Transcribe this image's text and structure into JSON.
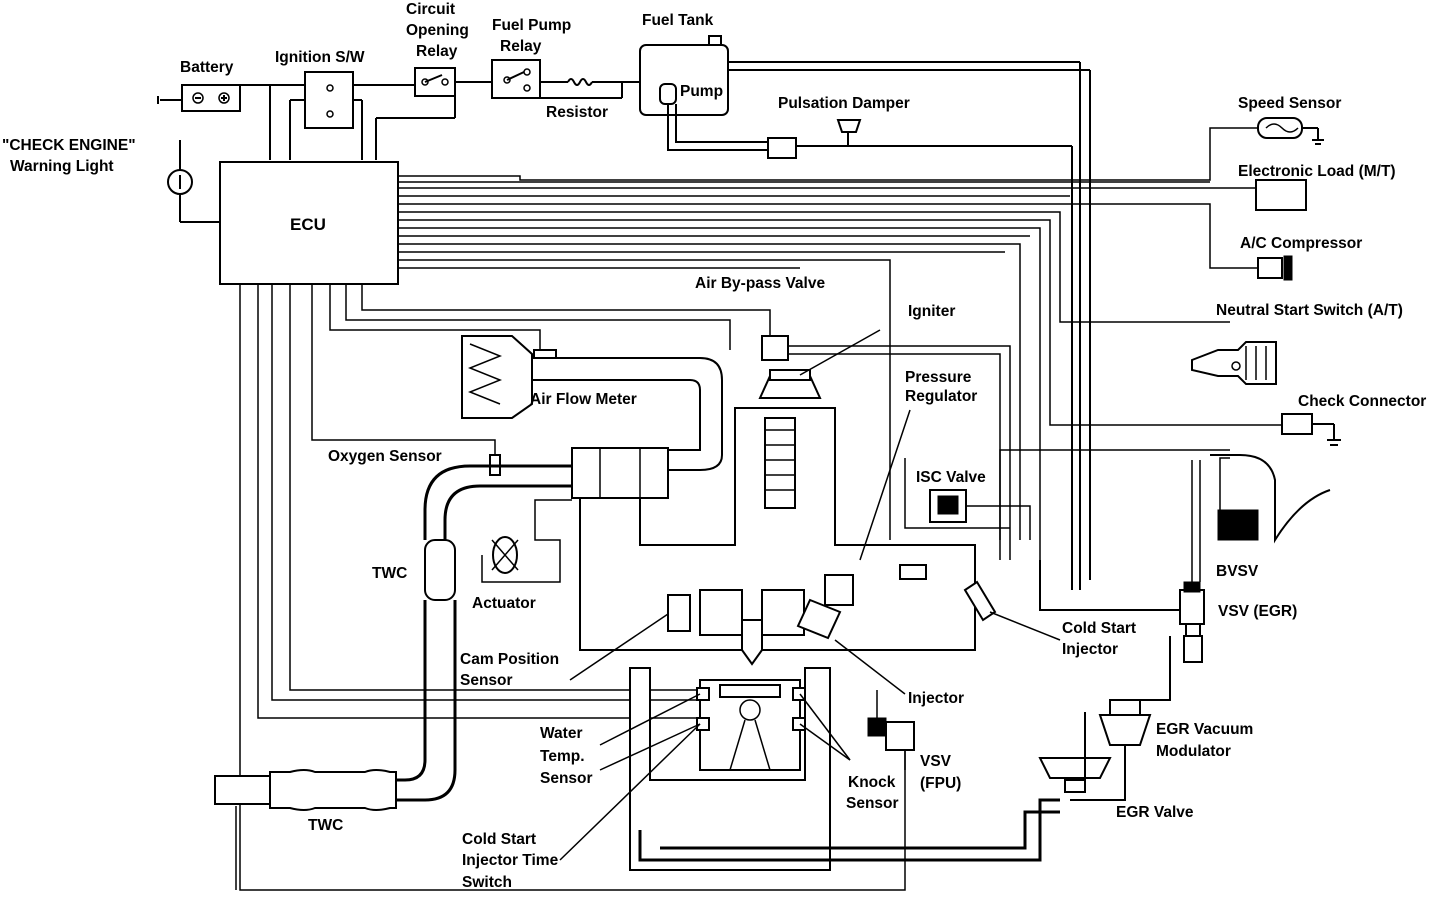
{
  "labels": {
    "battery": "Battery",
    "ignition_sw": "Ignition S/W",
    "circuit_opening_relay_1": "Circuit",
    "circuit_opening_relay_2": "Opening",
    "circuit_opening_relay_3": "Relay",
    "fuel_pump_relay_1": "Fuel Pump",
    "fuel_pump_relay_2": "Relay",
    "fuel_tank": "Fuel Tank",
    "pump": "Pump",
    "resistor": "Resistor",
    "pulsation_damper": "Pulsation Damper",
    "speed_sensor": "Speed Sensor",
    "electronic_load": "Electronic Load (M/T)",
    "ac_compressor": "A/C Compressor",
    "neutral_start_switch": "Neutral Start Switch (A/T)",
    "check_connector": "Check Connector",
    "check_engine_1": "\"CHECK  ENGINE\"",
    "check_engine_2": "Warning Light",
    "ecu": "ECU",
    "air_bypass_valve": "Air By-pass Valve",
    "igniter": "Igniter",
    "pressure_regulator_1": "Pressure",
    "pressure_regulator_2": "Regulator",
    "air_flow_meter": "Air Flow Meter",
    "oxygen_sensor": "Oxygen Sensor",
    "isc_valve": "ISC Valve",
    "bvsv": "BVSV",
    "twc_upper": "TWC",
    "actuator": "Actuator",
    "vsv_egr": "VSV (EGR)",
    "cold_start_injector_1": "Cold Start",
    "cold_start_injector_2": "Injector",
    "cam_position_sensor_1": "Cam Position",
    "cam_position_sensor_2": "Sensor",
    "injector": "Injector",
    "egr_vacuum_modulator_1": "EGR Vacuum",
    "egr_vacuum_modulator_2": "Modulator",
    "water_temp_sensor_1": "Water",
    "water_temp_sensor_2": "Temp.",
    "water_temp_sensor_3": "Sensor",
    "vsv_fpu_1": "VSV",
    "vsv_fpu_2": "(FPU)",
    "knock_sensor_1": "Knock",
    "knock_sensor_2": "Sensor",
    "egr_valve": "EGR Valve",
    "twc_lower": "TWC",
    "cold_start_time_switch_1": "Cold Start",
    "cold_start_time_switch_2": "Injector Time",
    "cold_start_time_switch_3": "Switch"
  }
}
